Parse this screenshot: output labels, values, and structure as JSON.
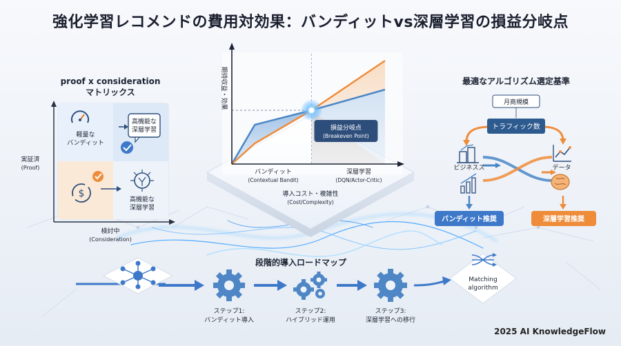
{
  "title": "強化学習レコメンドの費用対効果：バンディットvs深層学習の損益分岐点",
  "matrix": {
    "title_line1": "proof x consideration",
    "title_line2": "マトリックス",
    "y_label_line1": "実証済",
    "y_label_line2": "(Proof)",
    "x_label_line1": "検討中",
    "x_label_line2": "(Consideration)",
    "cell_top_left_line1": "軽量な",
    "cell_top_left_line2": "バンディット",
    "cell_top_right_line1": "高機能な",
    "cell_top_right_line2": "深層学習",
    "cell_bottom_right_line1": "高機能な",
    "cell_bottom_right_line2": "深層学習"
  },
  "chart_data": {
    "type": "line",
    "ylabel": "期待収益・効果",
    "xlabel_line1": "導入コスト・複雑性",
    "xlabel_line2": "(Cost/Complexity)",
    "x_categories": [
      {
        "line1": "バンディット",
        "line2": "(Contextual Bandit)"
      },
      {
        "line1": "深層学習",
        "line2": "(DQN/Actor-Critic)"
      }
    ],
    "x": [
      0,
      0.15,
      0.52,
      1.0
    ],
    "series": [
      {
        "name": "バンディット",
        "color": "#4a86c5",
        "values": [
          0,
          0.38,
          0.52,
          0.72
        ]
      },
      {
        "name": "深層学習",
        "color": "#ef8c3a",
        "values": [
          0,
          0.2,
          0.52,
          1.0
        ]
      }
    ],
    "annotation": {
      "line1": "損益分岐点",
      "line2": "(Breakeven Point)",
      "x": 0.52,
      "y": 0.52
    }
  },
  "selection": {
    "title": "最適なアルゴリズム選定基準",
    "node_top": "月商規模",
    "node_mid": "トラフィック数",
    "left_label": "ビジネスス",
    "right_label": "データ",
    "result_left": "バンディット推奨",
    "result_right": "深層学習推奨"
  },
  "roadmap": {
    "title": "段階的導入ロードマップ",
    "steps": [
      {
        "line1": "ステップ1:",
        "line2": "バンディット導入"
      },
      {
        "line1": "ステップ2:",
        "line2": "ハイブリッド運用"
      },
      {
        "line1": "ステップ3:",
        "line2": "深層学習への移行"
      }
    ],
    "matching_line1": "Matching",
    "matching_line2": "algorithm"
  },
  "footer": "2025 AI KnowledgeFlow",
  "colors": {
    "blue": "#4a86c5",
    "orange": "#ef8c3a",
    "dark": "#1a1f2e",
    "button_blue": "#3d78c9",
    "button_orange": "#ef8c3a"
  }
}
